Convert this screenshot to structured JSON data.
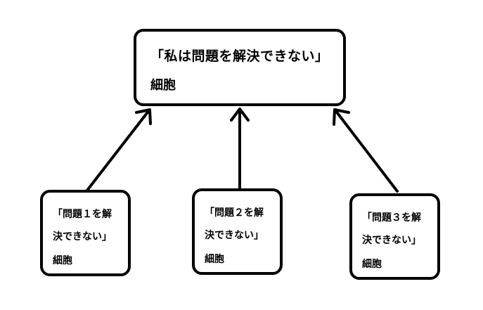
{
  "parent": {
    "line1": "「私は問題を解決できない」",
    "line2": "細胞"
  },
  "children": [
    {
      "line1": "「問題１を解",
      "line2": "決できない」",
      "line3": "細胞"
    },
    {
      "line1": "「問題２を解",
      "line2": "決できない」",
      "line3": "細胞"
    },
    {
      "line1": "「問題３を解",
      "line2": "決できない」",
      "line3": "細胞"
    }
  ]
}
